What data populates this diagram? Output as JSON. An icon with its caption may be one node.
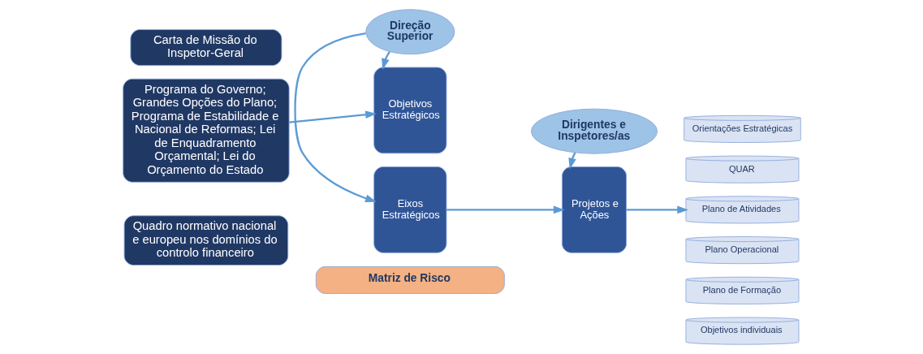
{
  "diagram": {
    "nodes": [
      {
        "text": [
          "Carta de Missão do Inspetor-Geral"
        ]
      },
      {
        "text": [
          "Programa do Governo; Grandes Opções do Plano; Programa de Estabilidade e Nacional de Reformas; Lei de Enquadramento Orçamental; Lei do Orçamento do Estado"
        ]
      },
      {
        "text": [
          "Quadro normativo nacional e europeu nos domínios do controlo financeiro"
        ]
      },
      {
        "text": [
          "Direção Superior"
        ]
      },
      {
        "text": [
          "Dirigentes e Inspetores/as"
        ]
      },
      {
        "text": [
          "Objetivos Estratégicos"
        ]
      },
      {
        "text": [
          "Eixos Estratégicos"
        ]
      },
      {
        "text": [
          "Projetos e Ações"
        ]
      },
      {
        "text": [
          "Matriz de Risco"
        ]
      },
      {
        "text": [
          "Orientações Estratégicas"
        ]
      },
      {
        "text": [
          "QUAR"
        ]
      },
      {
        "text": [
          "Plano de Atividades"
        ]
      },
      {
        "text": [
          "Plano Operacional"
        ]
      },
      {
        "text": [
          "Plano de Formação"
        ]
      },
      {
        "text": [
          "Objetivos individuais"
        ]
      }
    ],
    "edges": [
      {
        "from": 1,
        "to": 5,
        "arrow": "to"
      },
      {
        "from": 3,
        "to": 5,
        "arrow": "to"
      },
      {
        "from": 3,
        "to": 6,
        "arrow": "to"
      },
      {
        "from": 4,
        "to": 7,
        "arrow": "to"
      },
      {
        "from": 6,
        "to": 7,
        "arrow": "to"
      },
      {
        "from": 7,
        "to": 11,
        "arrow": "to"
      }
    ]
  }
}
